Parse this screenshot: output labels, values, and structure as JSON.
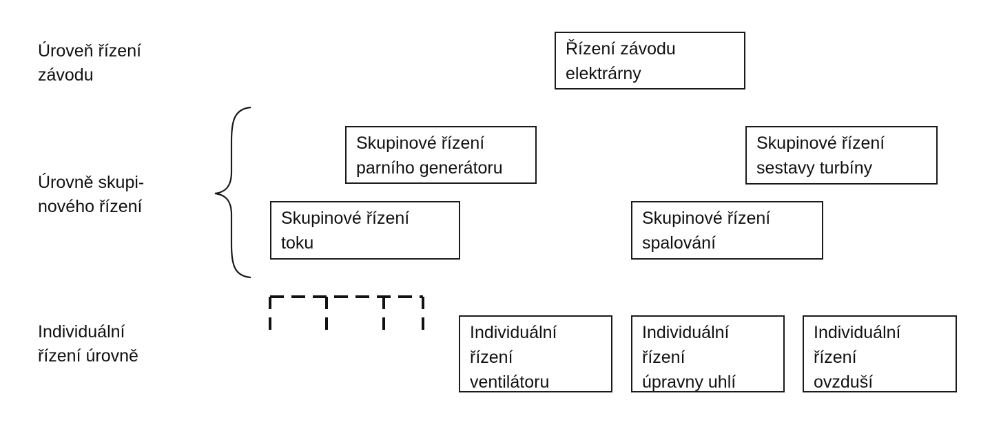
{
  "levels": {
    "plant": {
      "line1": "Úroveň řízení",
      "line2": "závodu"
    },
    "group": {
      "line1": "Úrovně skupi-",
      "line2": "nového řízení"
    },
    "individual": {
      "line1": "Individuální",
      "line2": "řízení úrovně"
    }
  },
  "boxes": {
    "plant_control": {
      "line1": "Řízení závodu",
      "line2": "elektrárny"
    },
    "steam_generator": {
      "line1": "Skupinové řízení",
      "line2": "parního generátoru"
    },
    "turbine_set": {
      "line1": "Skupinové řízení",
      "line2": "sestavy turbíny"
    },
    "flow": {
      "line1": "Skupinové řízení",
      "line2": "toku"
    },
    "combustion": {
      "line1": "Skupinové řízení",
      "line2": "spalování"
    },
    "fan": {
      "line1": "Individuální",
      "line2": "řízení",
      "line3": "ventilátoru"
    },
    "coal_prep": {
      "line1": "Individuální",
      "line2": "řízení",
      "line3": "úpravny uhlí"
    },
    "air": {
      "line1": "Individuální",
      "line2": "řízení",
      "line3": "ovzduší"
    }
  }
}
